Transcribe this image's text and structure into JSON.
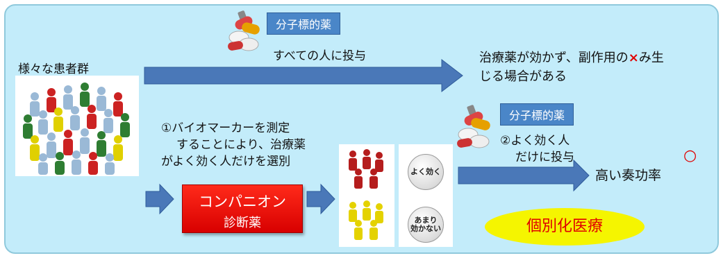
{
  "diagram": {
    "labels": {
      "drug_top": "分子標的薬",
      "drug_mid": "分子標的薬",
      "all_people": "すべての人に投与",
      "patients": "様々な患者群",
      "outcome_top_line1": "治療薬が効かず、副作用の",
      "outcome_top_cross": "×",
      "outcome_top_line1_end": "み生",
      "outcome_top_line2": "じる場合がある",
      "biomarker_line1": "①バイオマーカーを測定",
      "biomarker_line2": "することにより、治療薬",
      "biomarker_line3": "がよく効く人だけを選別",
      "companion_line1": "コンパニオン",
      "companion_line2": "診断薬",
      "effective_line1": "②よく効く人",
      "effective_line2": "だけに投与",
      "badge_good": "よく効く",
      "badge_poor_line1": "あまり",
      "badge_poor_line2": "効かない",
      "high_rate": "高い奏功率",
      "circle_mark": "○",
      "personalized": "個別化医療"
    },
    "colors": {
      "panel": "#c3ecfa",
      "arrow": "#4a78b8",
      "accent_red": "#e00000",
      "oval_yellow": "#f5f500",
      "label_blue": "#4a86c8"
    }
  }
}
